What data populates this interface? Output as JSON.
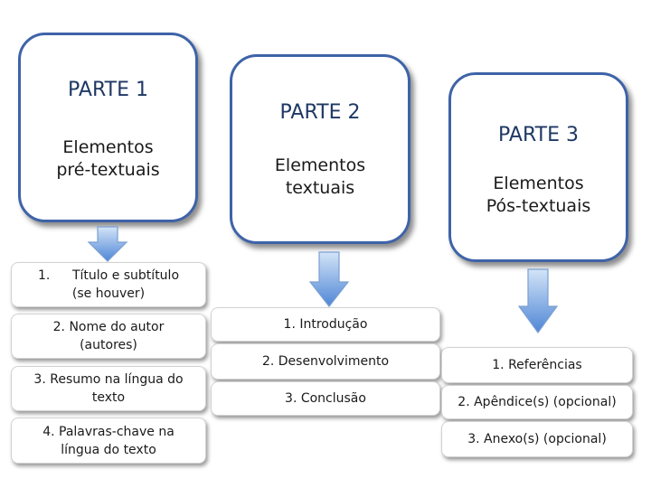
{
  "parts": [
    {
      "title": "PARTE 1",
      "subtitle": "Elementos\npré-textuais"
    },
    {
      "title": "PARTE 2",
      "subtitle": "Elementos\ntextuais"
    },
    {
      "title": "PARTE 3",
      "subtitle": "Elementos\nPós-textuais"
    }
  ],
  "part1_items": [
    {
      "number": "1.",
      "text": "Título e subtítulo\n(se houver)"
    },
    {
      "text": "2. Nome do autor\n(autores)"
    },
    {
      "text": "3. Resumo na língua do\ntexto"
    },
    {
      "text": "4. Palavras-chave na\nlíngua do texto"
    }
  ],
  "part2_items": [
    {
      "text": "1. Introdução"
    },
    {
      "text": "2. Desenvolvimento"
    },
    {
      "text": "3. Conclusão"
    }
  ],
  "part3_items": [
    {
      "text": "1. Referências"
    },
    {
      "text": "2. Apêndice(s) (opcional)"
    },
    {
      "text": "3. Anexo(s) (opcional)"
    }
  ],
  "colors": {
    "border": "#3e63a8",
    "arrow_top": "#c6dcf5",
    "arrow_bottom": "#5b8fd8"
  }
}
